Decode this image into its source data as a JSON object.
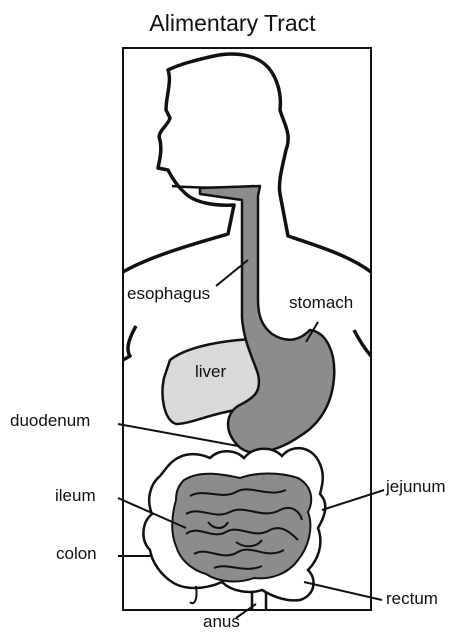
{
  "title": "Alimentary Tract",
  "labels": {
    "esophagus": "esophagus",
    "stomach": "stomach",
    "liver": "liver",
    "duodenum": "duodenum",
    "ileum": "ileum",
    "colon": "colon",
    "jejunum": "jejunum",
    "rectum": "rectum",
    "anus": "anus"
  },
  "colors": {
    "organ_dark": "#8c8c8c",
    "organ_light": "#d9d9d9",
    "colon_fill": "#ffffff",
    "outline": "#111111"
  }
}
